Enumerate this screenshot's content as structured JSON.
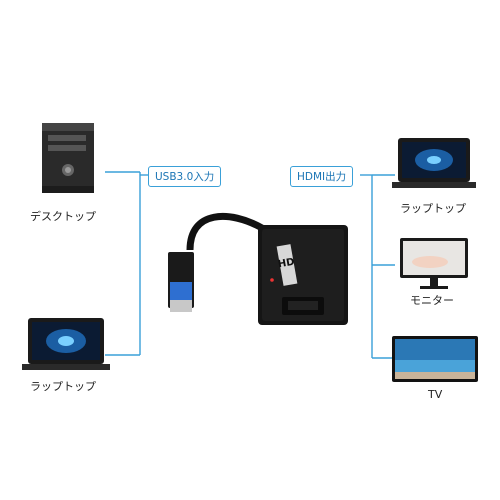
{
  "labels": {
    "desktop": "デスクトップ",
    "laptop_left": "ラップトップ",
    "usb_input": "USB3.0入力",
    "hdmi_output": "HDMI出力",
    "laptop_right": "ラップトップ",
    "monitor": "モニター",
    "tv": "TV"
  },
  "adapter_logo": "HD",
  "colors": {
    "connector_line": "#3aa0d8",
    "usb_blue": "#2e6fd1",
    "device_black": "#151515",
    "screen_glow": "#2b7fc9"
  }
}
